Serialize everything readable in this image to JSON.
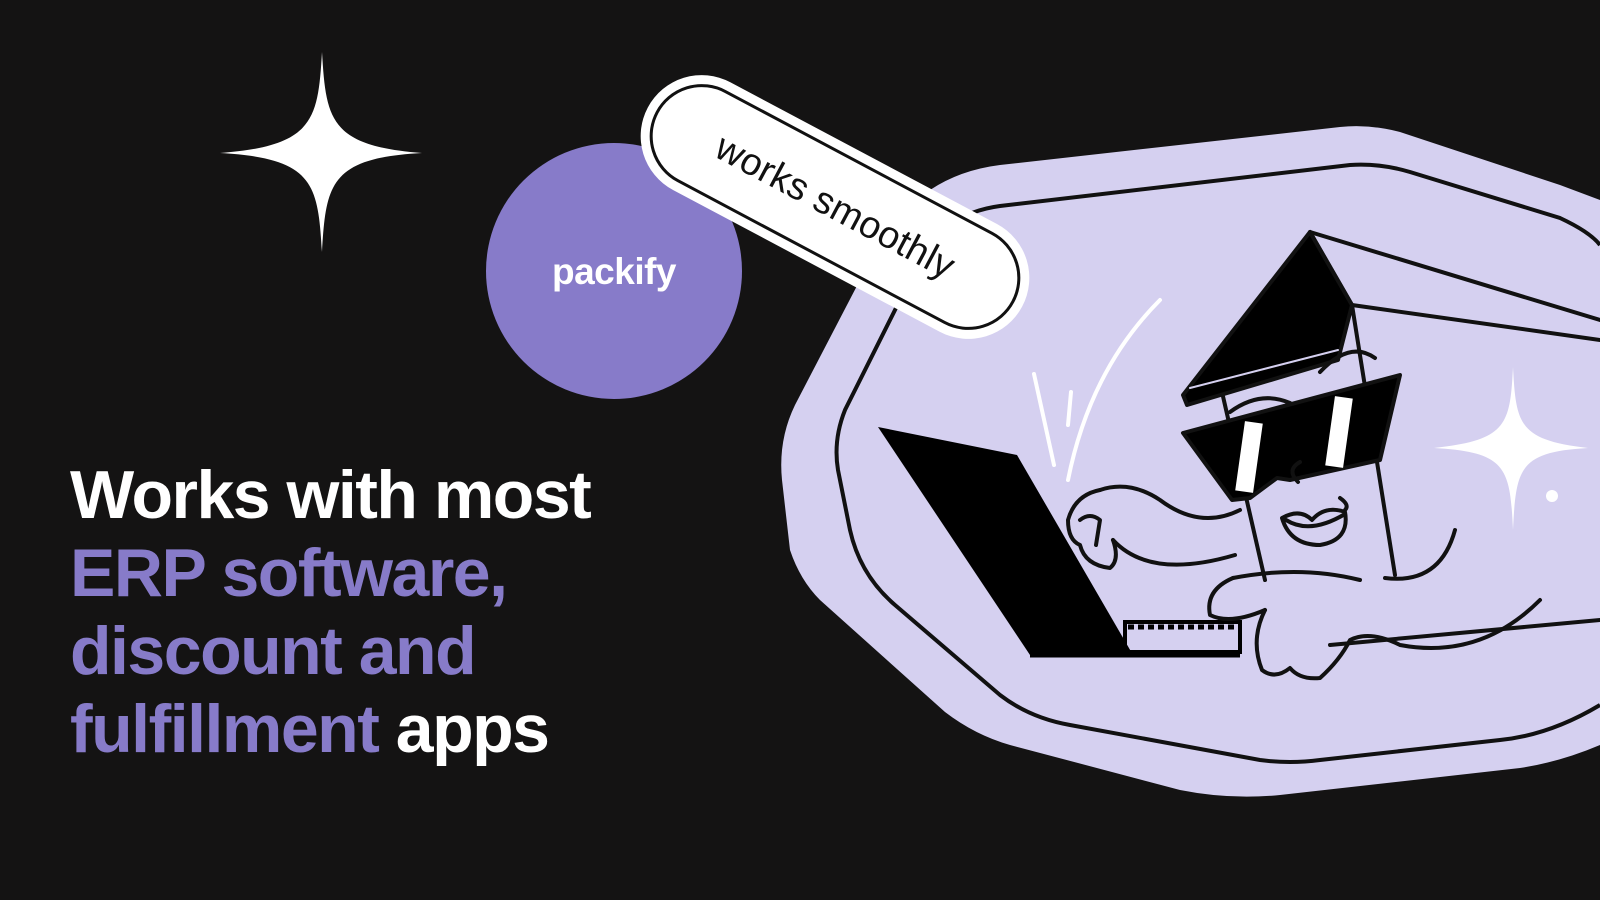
{
  "brand": {
    "name": "packify",
    "circle_color": "#877bc9"
  },
  "badge": {
    "label": "works smoothly"
  },
  "headline": {
    "line1": "Works with most",
    "line2": "ERP software,",
    "line3": "discount and",
    "line4_accent": "fulfillment",
    "line4_plain": "apps"
  },
  "colors": {
    "background": "#141313",
    "accent": "#877bc9",
    "blob": "#d5d0f0",
    "text": "#ffffff",
    "outline": "#111111"
  },
  "illustration": {
    "subject": "box-character-with-sunglasses-typing-on-laptop",
    "decorations": [
      "sparkle-star",
      "sparkle-star",
      "motion-lines"
    ]
  }
}
